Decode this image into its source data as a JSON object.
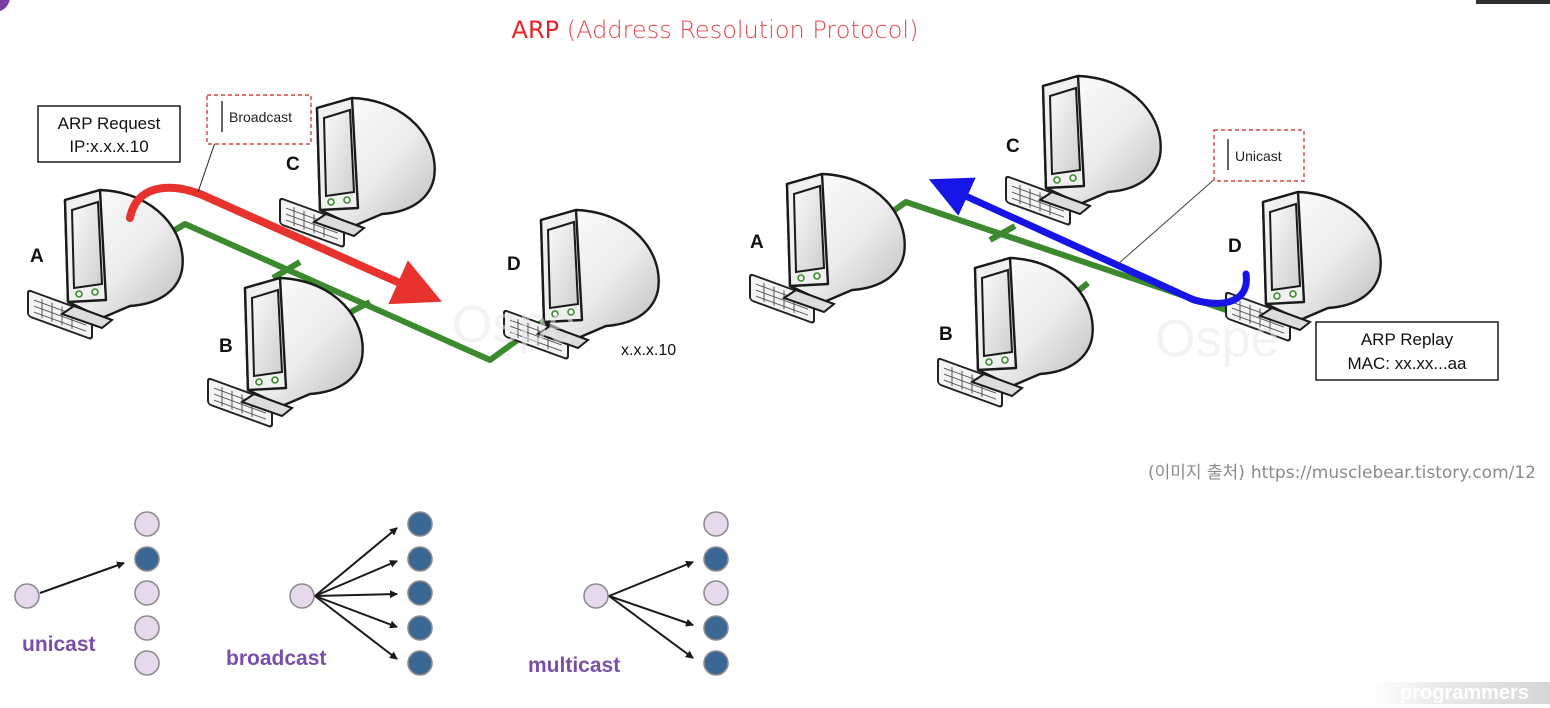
{
  "title": {
    "acronym": "ARP",
    "expansion": "(Address Resolution Protocol)"
  },
  "left_diagram": {
    "request_box": {
      "line1": "ARP Request",
      "line2": "IP:x.x.x.10"
    },
    "callout": "Broadcast",
    "nodes": {
      "a": "A",
      "b": "B",
      "c": "C",
      "d": "D"
    },
    "d_address": "x.x.x.10",
    "watermark": "Ospe"
  },
  "right_diagram": {
    "reply_box": {
      "line1": "ARP Replay",
      "line2": "MAC: xx.xx...aa"
    },
    "callout": "Unicast",
    "nodes": {
      "a": "A",
      "b": "B",
      "c": "C",
      "d": "D"
    },
    "watermark": "Ospe"
  },
  "cast_types": {
    "unicast": "unicast",
    "broadcast": "broadcast",
    "multicast": "multicast"
  },
  "credit": {
    "label": "(이미지 출처)",
    "url": "https://musclebear.tistory.com/12"
  },
  "watermark_brand": "programmers",
  "colors": {
    "title_red": "#e4242b",
    "lan_green": "#3b8a2e",
    "request_arrow": "#e8322d",
    "reply_arrow": "#1515e6",
    "cast_label": "#7b4fa8",
    "node_light": "#e6d9ee",
    "node_dark": "#3b6794"
  }
}
